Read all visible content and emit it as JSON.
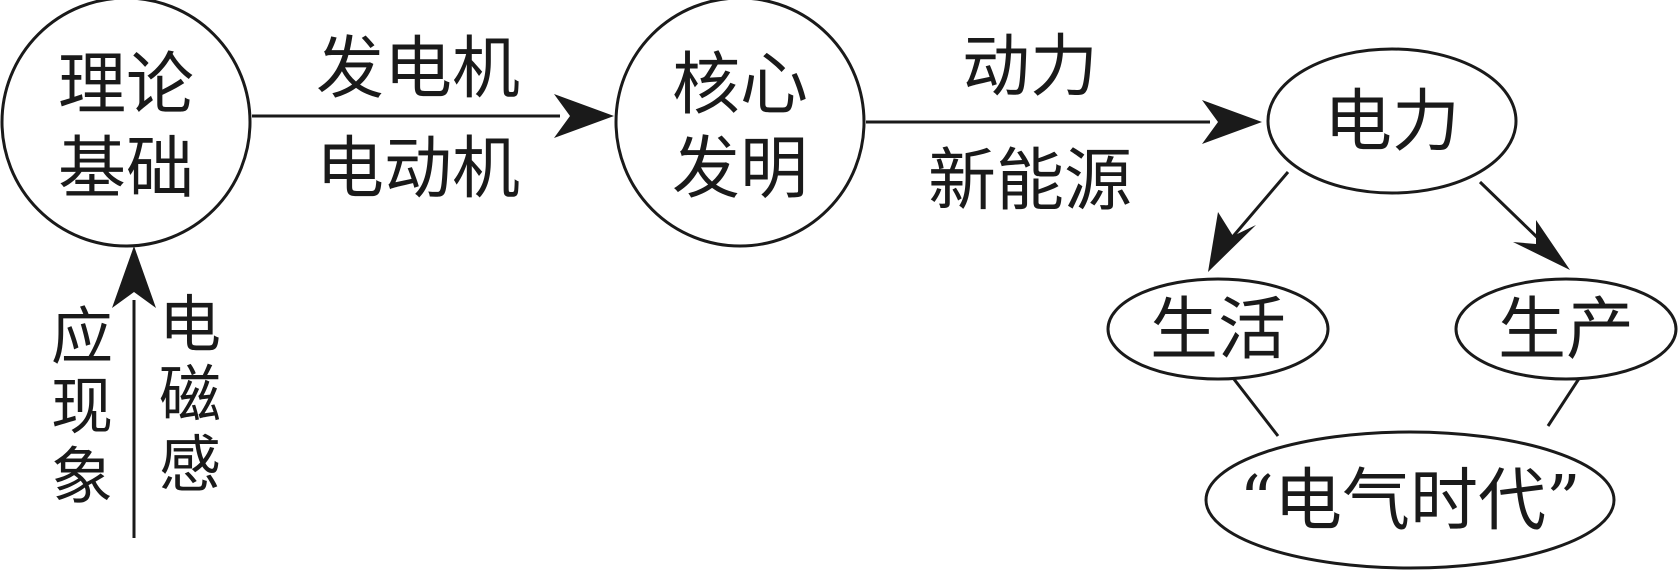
{
  "nodes": {
    "theory": {
      "line1": "理论",
      "line2": "基础"
    },
    "invention": {
      "line1": "核心",
      "line2": "发明"
    },
    "power": {
      "label": "电力"
    },
    "life": {
      "label": "生活"
    },
    "production": {
      "label": "生产"
    },
    "era": {
      "label": "“电气时代”"
    }
  },
  "edges": {
    "theory_to_invention": {
      "top": "发电机",
      "bottom": "电动机"
    },
    "invention_to_power": {
      "top": "动力",
      "bottom": "新能源"
    },
    "phenomenon_to_theory": {
      "left": [
        "应",
        "现",
        "象"
      ],
      "right": [
        "电",
        "磁",
        "感"
      ]
    }
  }
}
